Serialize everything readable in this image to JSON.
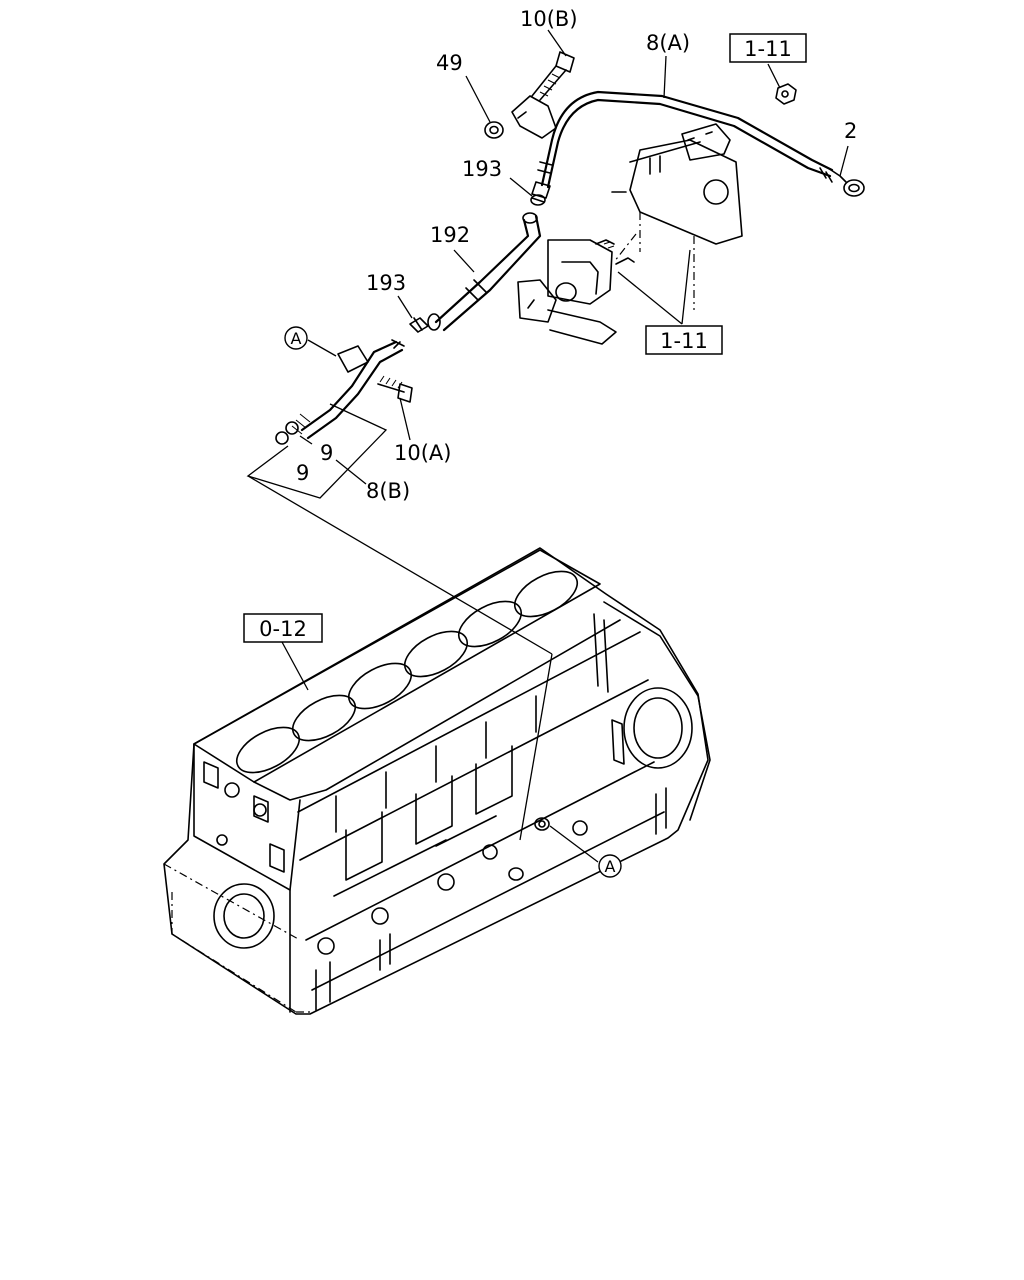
{
  "labels": {
    "bolt_10b": "10(B)",
    "washer_49": "49",
    "guide_tube_8a": "8(A)",
    "dipstick_2": "2",
    "clip_193_upper": "193",
    "hose_192": "192",
    "clip_193_lower": "193",
    "bolt_10a": "10(A)",
    "oring_9_upper": "9",
    "oring_9_lower": "9",
    "guide_tube_8b": "8(B)"
  },
  "references": {
    "top_right": "1-11",
    "bracket": "1-11",
    "engine_block": "0-12"
  },
  "connection_marks": {
    "tube_end": "A",
    "block_port": "A"
  }
}
